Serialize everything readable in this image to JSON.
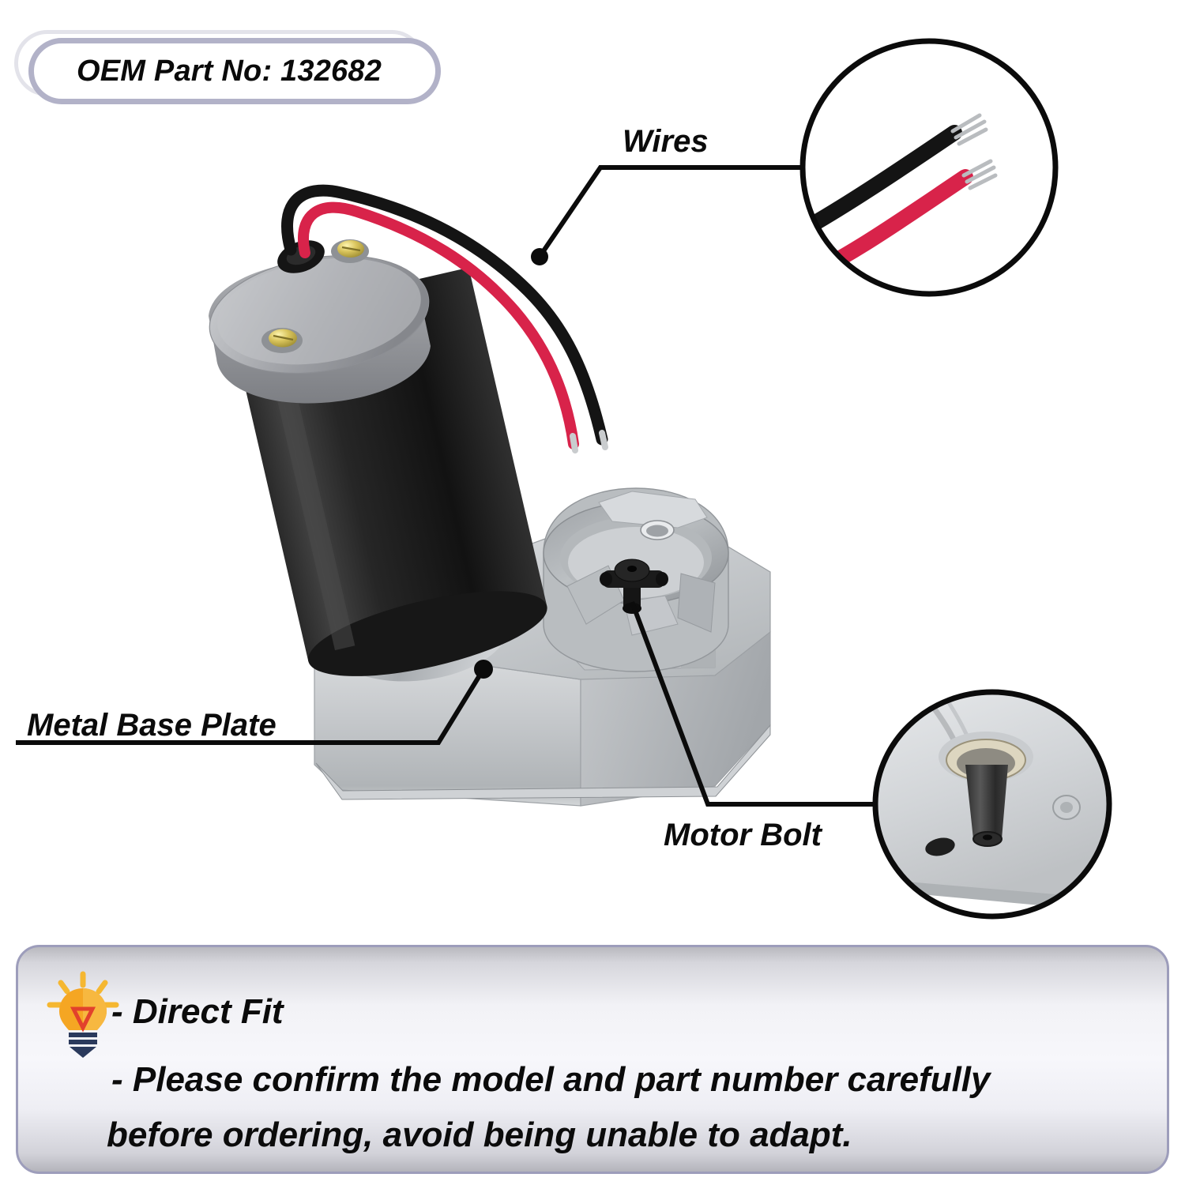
{
  "badge": {
    "text": "OEM Part No: 132682"
  },
  "callouts": [
    {
      "id": "wires",
      "label": "Wires"
    },
    {
      "id": "metal-base-plate",
      "label": "Metal Base Plate"
    },
    {
      "id": "motor-bolt",
      "label": "Motor Bolt"
    }
  ],
  "product": {
    "motor_body_color": "#1c1c1c",
    "end_cap_color": "#a8a9ad",
    "housing_color": "#c8cacc",
    "wire_red": "#d8234a",
    "wire_black": "#1a1a1a",
    "screw_brass": "#d8c65a"
  },
  "detail_circles": [
    {
      "id": "wires-detail",
      "contents": "black and red stripped wires"
    },
    {
      "id": "motor-bolt-detail",
      "contents": "bolt shaft in bearing on metal plate"
    }
  ],
  "info_panel": {
    "icon": "lightbulb-icon",
    "lines": [
      "- Direct Fit",
      "- Please confirm the model and part number carefully",
      "before ordering, avoid being unable to adapt."
    ],
    "border_color": "#9d9dbb"
  }
}
